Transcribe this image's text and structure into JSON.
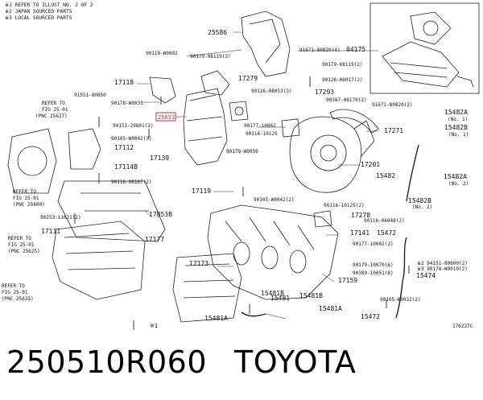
{
  "notes": [
    "※1  REFER TO ILLUST NO. 2 OF 2",
    "※2 JAPAN SOURCED PARTS",
    "※3 LOCAL SOURCED PARTS"
  ],
  "callouts": [
    {
      "text": "25586",
      "size": 8
    },
    {
      "text": "90119-W0002",
      "size": 6
    },
    {
      "text": "90179-08119(3)",
      "size": 6
    },
    {
      "text": "91671-80820(4)",
      "size": 6
    },
    {
      "text": "04175",
      "size": 8
    },
    {
      "text": "90179-08119(2)",
      "size": 6
    },
    {
      "text": "90126-08017(2)",
      "size": 6
    },
    {
      "text": "17118",
      "size": 8
    },
    {
      "text": "17279",
      "size": 8
    },
    {
      "text": "90126-08053(3)",
      "size": 6
    },
    {
      "text": "17293",
      "size": 8
    },
    {
      "text": "90387-08170(2)",
      "size": 6
    },
    {
      "text": "91551-80850",
      "size": 6
    },
    {
      "text": "90178-W0031",
      "size": 6
    },
    {
      "text": "25051",
      "size": 7
    },
    {
      "text": "91671-80820(2)",
      "size": 6
    },
    {
      "text": "15482A",
      "size": 8
    },
    {
      "text": "(No. 1)",
      "size": 6
    },
    {
      "text": "15482B",
      "size": 8
    },
    {
      "text": "(No. 1)",
      "size": 6
    },
    {
      "text": "REFER TO",
      "size": 6
    },
    {
      "text": "FIG 25-01",
      "size": 6
    },
    {
      "text": "(PNC 25627)",
      "size": 6
    },
    {
      "text": "94151-20801(2)",
      "size": 6
    },
    {
      "text": "90177-10062",
      "size": 6
    },
    {
      "text": "90116-10125",
      "size": 6
    },
    {
      "text": "17271",
      "size": 8
    },
    {
      "text": "90105-W0042(3)",
      "size": 6
    },
    {
      "text": "17112",
      "size": 8
    },
    {
      "text": "17139",
      "size": 8
    },
    {
      "text": "90178-W0059",
      "size": 6
    },
    {
      "text": "17201",
      "size": 8
    },
    {
      "text": "17114B",
      "size": 8
    },
    {
      "text": "15482",
      "size": 8
    },
    {
      "text": "15482A",
      "size": 8
    },
    {
      "text": "(No. 2)",
      "size": 6
    },
    {
      "text": "90116-08167(2)",
      "size": 6
    },
    {
      "text": "17119",
      "size": 8
    },
    {
      "text": "REFER TO",
      "size": 6
    },
    {
      "text": "FIG 25-01",
      "size": 6
    },
    {
      "text": "(PNC 25800)",
      "size": 6
    },
    {
      "text": "90105-W0042(2)",
      "size": 6
    },
    {
      "text": "15482B",
      "size": 8
    },
    {
      "text": "(No. 2)",
      "size": 6
    },
    {
      "text": "90116-10125(2)",
      "size": 6
    },
    {
      "text": "90253-11021(2)",
      "size": 6
    },
    {
      "text": "17853B",
      "size": 8
    },
    {
      "text": "17278",
      "size": 8
    },
    {
      "text": "90116-06048(2)",
      "size": 6
    },
    {
      "text": "17111",
      "size": 8
    },
    {
      "text": "17177",
      "size": 8
    },
    {
      "text": "17141",
      "size": 8
    },
    {
      "text": "15472",
      "size": 8
    },
    {
      "text": "REFER TO",
      "size": 6
    },
    {
      "text": "FIG 25-01",
      "size": 6
    },
    {
      "text": "(PNC 25625)",
      "size": 6
    },
    {
      "text": "90177-10002(2)",
      "size": 6
    },
    {
      "text": "17173",
      "size": 8
    },
    {
      "text": "90179-10070(6)",
      "size": 6
    },
    {
      "text": "※2 94151-80600(2)",
      "size": 6
    },
    {
      "text": "※3 90178-W0019(2)",
      "size": 6
    },
    {
      "text": "REFER TO",
      "size": 6
    },
    {
      "text": "FIG 25-01",
      "size": 6
    },
    {
      "text": "(PNC 25625)",
      "size": 6
    },
    {
      "text": "90389-10051(8)",
      "size": 6
    },
    {
      "text": "17159",
      "size": 8
    },
    {
      "text": "15474",
      "size": 8
    },
    {
      "text": "15481B",
      "size": 8
    },
    {
      "text": "15481B",
      "size": 8
    },
    {
      "text": "90105-W0032(2)",
      "size": 6
    },
    {
      "text": "15481",
      "size": 8
    },
    {
      "text": "15481A",
      "size": 8
    },
    {
      "text": "15481A",
      "size": 8
    },
    {
      "text": "15472",
      "size": 8
    },
    {
      "text": "※1",
      "size": 7
    },
    {
      "text": "176227C",
      "size": 6
    }
  ],
  "part_number": "250510R060",
  "brand": "TOYOTA",
  "highlight_color": "#d9232e"
}
